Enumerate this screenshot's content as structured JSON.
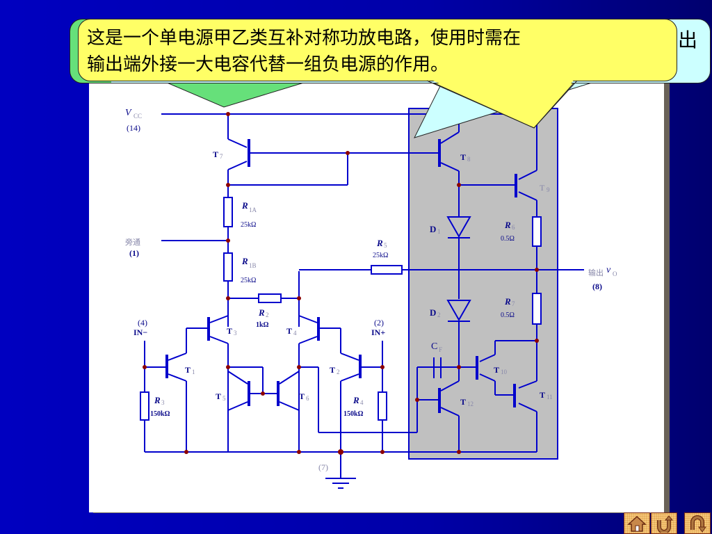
{
  "slide": {
    "background_color": "#0000b0",
    "panel_color": "#ffffff",
    "highlight_box_color": "#c0c0c0",
    "wire_color": "#0000cc",
    "node_color": "#8b0000"
  },
  "callout": {
    "line1": "这是一个单电源甲乙类互补对称功放电路，使用时需在",
    "line2": "输出端外接一大电容代替一组负电源的作用。",
    "fill_color": "#ffff66"
  },
  "background_callout": {
    "visible_fragment": "出",
    "fill_color": "#ccffff"
  },
  "circuit": {
    "supply": {
      "label": "V",
      "subscript": "CC",
      "pin": "(14)"
    },
    "bypass": {
      "label": "旁通",
      "pin": "(1)"
    },
    "input_minus": {
      "pin": "(4)",
      "label": "IN−"
    },
    "input_plus": {
      "pin": "(2)",
      "label": "IN+"
    },
    "output": {
      "label": "输出",
      "symbol": "v",
      "subscript": "O",
      "pin": "(8)"
    },
    "ground": {
      "pin": "(7)"
    },
    "transistors": [
      {
        "id": "T1",
        "name": "T",
        "sub": "1"
      },
      {
        "id": "T2",
        "name": "T",
        "sub": "2"
      },
      {
        "id": "T3",
        "name": "T",
        "sub": "3"
      },
      {
        "id": "T4",
        "name": "T",
        "sub": "4"
      },
      {
        "id": "T5",
        "name": "T",
        "sub": "5"
      },
      {
        "id": "T6",
        "name": "T",
        "sub": "6"
      },
      {
        "id": "T7",
        "name": "T",
        "sub": "7"
      },
      {
        "id": "T8",
        "name": "T",
        "sub": "8"
      },
      {
        "id": "T9",
        "name": "T",
        "sub": "9"
      },
      {
        "id": "T10",
        "name": "T",
        "sub": "10"
      },
      {
        "id": "T11",
        "name": "T",
        "sub": "11"
      },
      {
        "id": "T12",
        "name": "T",
        "sub": "12"
      }
    ],
    "resistors": [
      {
        "id": "R1A",
        "name": "R",
        "sub": "1A",
        "value": "25kΩ"
      },
      {
        "id": "R1B",
        "name": "R",
        "sub": "1B",
        "value": "25kΩ"
      },
      {
        "id": "R2",
        "name": "R",
        "sub": "2",
        "value": "1kΩ"
      },
      {
        "id": "R3",
        "name": "R",
        "sub": "3",
        "value": "150kΩ"
      },
      {
        "id": "R4",
        "name": "R",
        "sub": "4",
        "value": "150kΩ"
      },
      {
        "id": "R5",
        "name": "R",
        "sub": "5",
        "value": "25kΩ"
      },
      {
        "id": "R6",
        "name": "R",
        "sub": "6",
        "value": "0.5Ω"
      },
      {
        "id": "R7",
        "name": "R",
        "sub": "7",
        "value": "0.5Ω"
      }
    ],
    "diodes": [
      {
        "id": "D1",
        "name": "D",
        "sub": "1"
      },
      {
        "id": "D2",
        "name": "D",
        "sub": "2"
      }
    ],
    "capacitor": {
      "name": "C",
      "sub": "F"
    }
  },
  "nav_buttons": [
    {
      "id": "home",
      "icon": "home-icon"
    },
    {
      "id": "back",
      "icon": "return-arrow-icon"
    },
    {
      "id": "forward",
      "icon": "u-turn-arrow-icon"
    }
  ]
}
